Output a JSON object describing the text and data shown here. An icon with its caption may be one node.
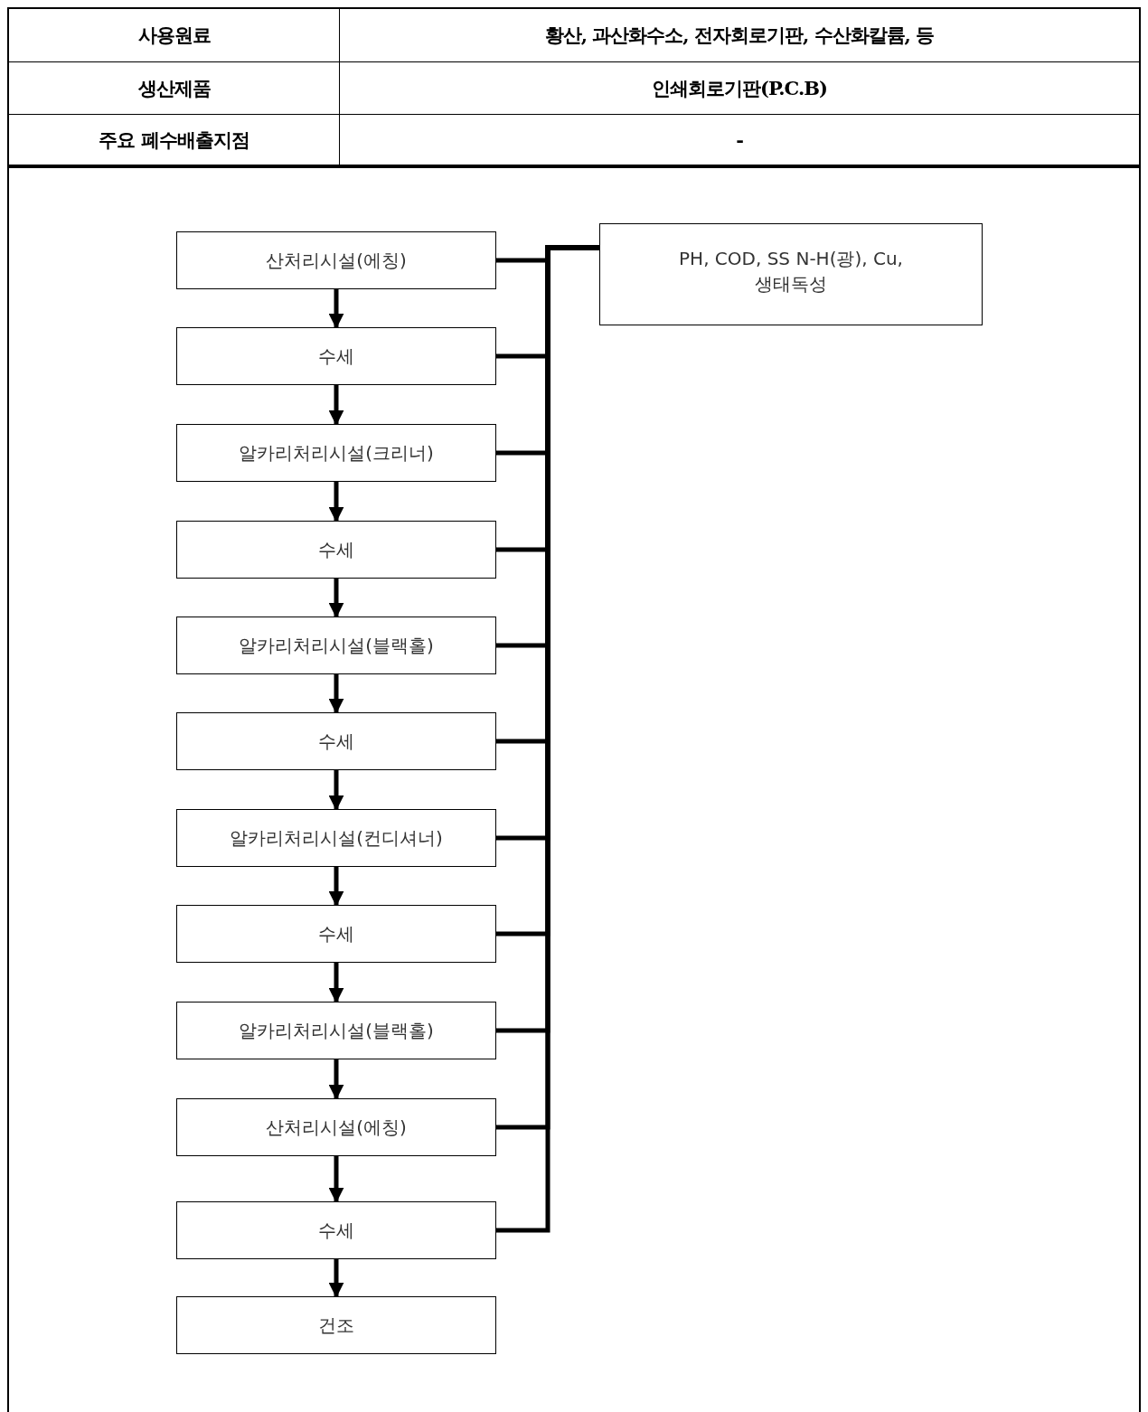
{
  "diagram": {
    "nodes": [
      {
        "text": [
          "산처리시설(에칭)"
        ]
      },
      {
        "text": [
          "수세"
        ]
      },
      {
        "text": [
          "알카리처리시설(크리너)"
        ]
      },
      {
        "text": [
          "수세"
        ]
      },
      {
        "text": [
          "알카리처리시설(블랙홀)"
        ]
      },
      {
        "text": [
          "수세"
        ]
      },
      {
        "text": [
          "알카리처리시설(컨디셔너)"
        ]
      },
      {
        "text": [
          "수세"
        ]
      },
      {
        "text": [
          "알카리처리시설(블랙홀)"
        ]
      },
      {
        "text": [
          "산처리시설(에칭)"
        ]
      },
      {
        "text": [
          "수세"
        ]
      },
      {
        "text": [
          "건조"
        ]
      },
      {
        "text": [
          "PH, COD, SS N-H(광), Cu, 생태독성"
        ]
      }
    ],
    "edges": [
      {
        "from": 0,
        "to": 1,
        "arrow": "to"
      },
      {
        "from": 1,
        "to": 2,
        "arrow": "to"
      },
      {
        "from": 2,
        "to": 3,
        "arrow": "to"
      },
      {
        "from": 3,
        "to": 4,
        "arrow": "to"
      },
      {
        "from": 4,
        "to": 5,
        "arrow": "to"
      },
      {
        "from": 5,
        "to": 6,
        "arrow": "to"
      },
      {
        "from": 6,
        "to": 7,
        "arrow": "to"
      },
      {
        "from": 7,
        "to": 8,
        "arrow": "to"
      },
      {
        "from": 8,
        "to": 9,
        "arrow": "to"
      },
      {
        "from": 9,
        "to": 10,
        "arrow": "to"
      },
      {
        "from": 10,
        "to": 11,
        "arrow": "to"
      },
      {
        "from": 0,
        "to": 12,
        "arrow": "none"
      },
      {
        "from": 1,
        "to": 12,
        "arrow": "none"
      },
      {
        "from": 2,
        "to": 12,
        "arrow": "none"
      },
      {
        "from": 3,
        "to": 12,
        "arrow": "none"
      },
      {
        "from": 4,
        "to": 12,
        "arrow": "none"
      },
      {
        "from": 5,
        "to": 12,
        "arrow": "none"
      },
      {
        "from": 6,
        "to": 12,
        "arrow": "none"
      },
      {
        "from": 7,
        "to": 12,
        "arrow": "none"
      },
      {
        "from": 8,
        "to": 12,
        "arrow": "none"
      },
      {
        "from": 9,
        "to": 12,
        "arrow": "none"
      },
      {
        "from": 10,
        "to": 12,
        "arrow": "none"
      }
    ],
    "labels": [
      "사용원료",
      "황산, 과산화수소, 전자회로기판, 수산화칼륨, 등",
      "생산제품",
      "인쇄회로기판(P.C.B)",
      "주요 폐수배출지점",
      "-"
    ]
  }
}
